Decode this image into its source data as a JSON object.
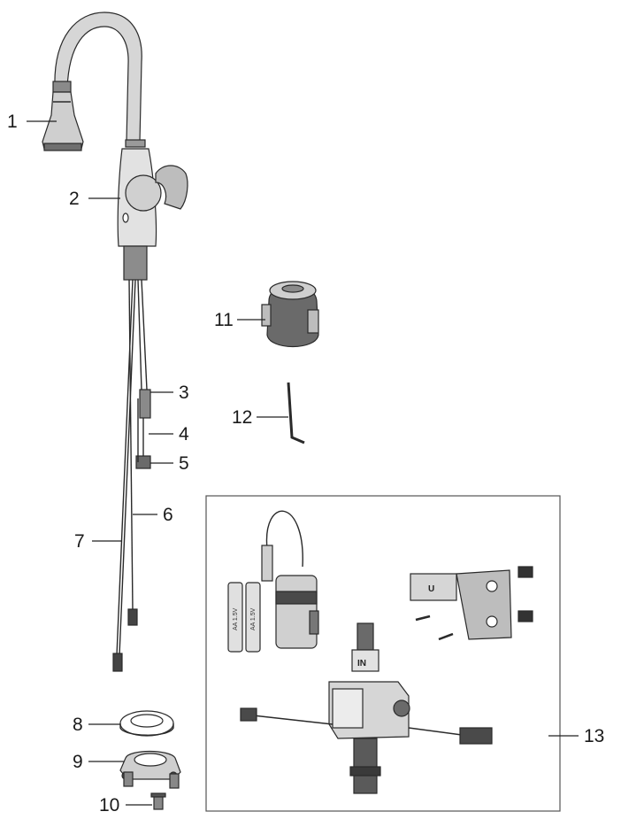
{
  "callouts": [
    {
      "id": "1",
      "label": "1"
    },
    {
      "id": "2",
      "label": "2"
    },
    {
      "id": "3",
      "label": "3"
    },
    {
      "id": "4",
      "label": "4"
    },
    {
      "id": "5",
      "label": "5"
    },
    {
      "id": "6",
      "label": "6"
    },
    {
      "id": "7",
      "label": "7"
    },
    {
      "id": "8",
      "label": "8"
    },
    {
      "id": "9",
      "label": "9"
    },
    {
      "id": "10",
      "label": "10"
    },
    {
      "id": "11",
      "label": "11"
    },
    {
      "id": "12",
      "label": "12"
    },
    {
      "id": "13",
      "label": "13"
    }
  ],
  "markings": {
    "battery_1": "AA 1.5V",
    "battery_2": "AA 1.5V",
    "inlet": "IN",
    "clip": "U"
  },
  "colors": {
    "line": "#2a2a2a",
    "body_light": "#e6e6e6",
    "body_mid": "#bdbdbd",
    "body_dark": "#555555",
    "background": "#ffffff"
  }
}
